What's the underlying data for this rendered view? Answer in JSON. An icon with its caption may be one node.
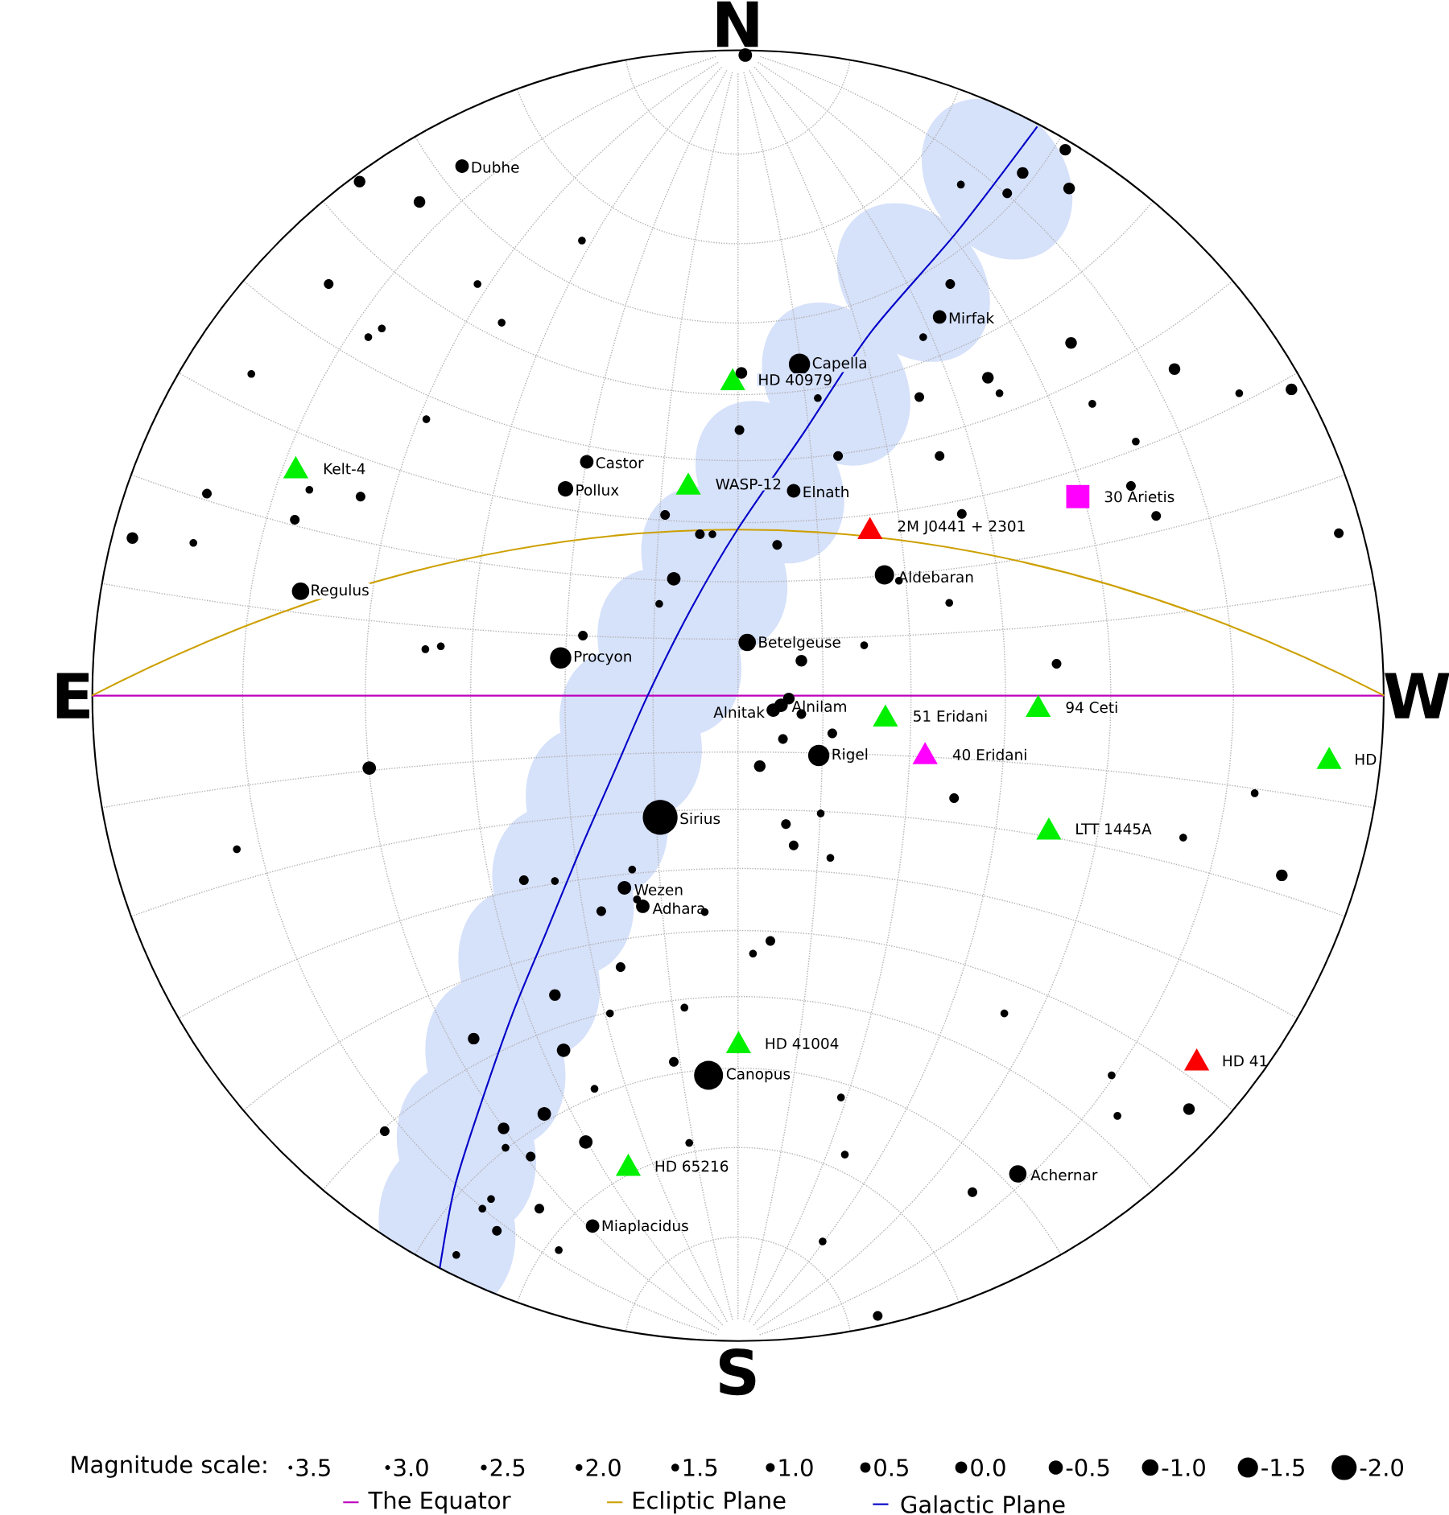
{
  "diagram": {
    "labels": [
      "N",
      "Dubhe",
      "Mirfak",
      "Capella",
      "HD 40979",
      "Kelt-4",
      "Castor",
      "Pollux",
      "WASP-12",
      "Elnath",
      "30 Arietis",
      "2M J0441 + 2301",
      "Aldebaran",
      "Regulus",
      "Betelgeuse",
      "Procyon",
      "E",
      "W",
      "94 Ceti",
      "Alnitak",
      "Alnilam",
      "51 Eridani",
      "Rigel",
      "40 Eridani",
      "HD",
      "Sirius",
      "LTT 1445A",
      "Wezen",
      "Adhara",
      "HD 41004",
      "HD 41",
      "Canopus",
      "HD 65216",
      "Achernar",
      "Miaplacidus",
      "S",
      "Magnitude scale:"
    ],
    "legend": [
      {
        "text": "3.5"
      },
      {
        "text": "3.0"
      },
      {
        "text": "2.5"
      },
      {
        "text": "2.0"
      },
      {
        "text": "1.5"
      },
      {
        "text": "1.0"
      },
      {
        "text": "0.5"
      },
      {
        "text": "0.0"
      },
      {
        "text": "-0.5"
      },
      {
        "text": "-1.0"
      },
      {
        "text": "-1.5"
      },
      {
        "text": "-2.0"
      },
      {
        "text": "The Equator"
      },
      {
        "text": "Ecliptic Plane"
      },
      {
        "text": "Galactic Plane"
      }
    ]
  }
}
